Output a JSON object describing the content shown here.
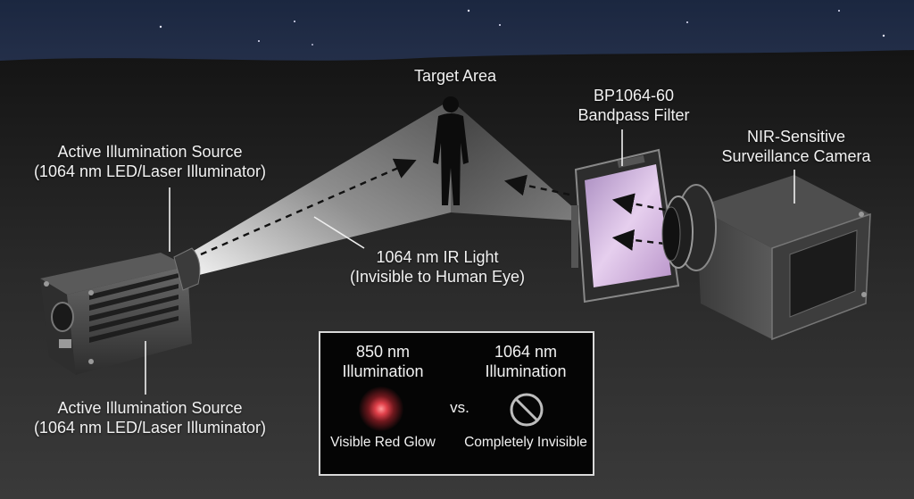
{
  "labels": {
    "target_area": "Target Area",
    "filter": [
      "BP1064-60",
      "Bandpass Filter"
    ],
    "camera": [
      "NIR-Sensitive",
      "Surveillance Camera"
    ],
    "source_top": [
      "Active Illumination Source",
      "(1064 nm LED/Laser Illuminator)"
    ],
    "source_bottom": [
      "Active Illumination Source",
      "(1064 nm LED/Laser Illuminator)"
    ],
    "ir_light": [
      "1064 nm IR Light",
      "(Invisible to Human Eye)"
    ]
  },
  "comparison": {
    "left_title": [
      "850 nm",
      "Illumination"
    ],
    "left_caption": "Visible Red Glow",
    "vs": "vs.",
    "right_title": [
      "1064 nm",
      "Illumination"
    ],
    "right_caption": "Completely Invisible"
  },
  "colors": {
    "night_sky": "#1b2740",
    "ground": "#262626",
    "beam": "#ffffff",
    "filter_glass": "#c9a6d6",
    "red_glow": "#e0404a"
  },
  "icons": {
    "prohibited": "no-symbol-icon",
    "person": "person-silhouette-icon"
  }
}
